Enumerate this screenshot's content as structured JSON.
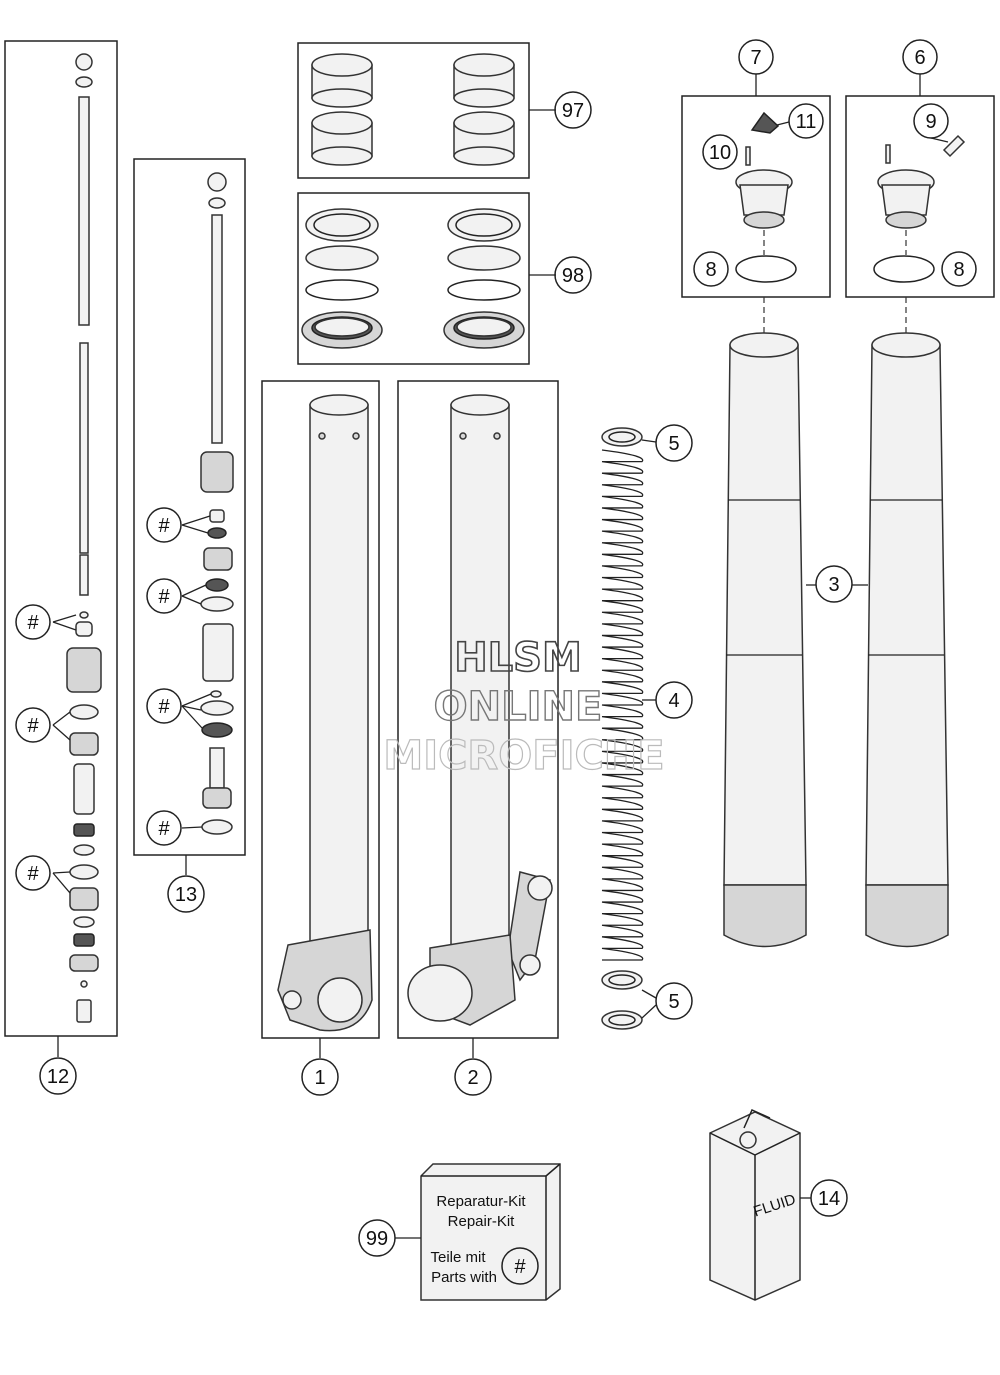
{
  "callouts": {
    "c1": "1",
    "c2": "2",
    "c3": "3",
    "c4": "4",
    "c5a": "5",
    "c5b": "5",
    "c6": "6",
    "c7": "7",
    "c8a": "8",
    "c8b": "8",
    "c9": "9",
    "c10": "10",
    "c11": "11",
    "c12": "12",
    "c13": "13",
    "c14": "14",
    "c97": "97",
    "c98": "98",
    "c99": "99"
  },
  "hash_marks": {
    "h1": "#",
    "h2": "#",
    "h3": "#",
    "h4": "#",
    "h5": "#",
    "h6": "#",
    "h7": "#",
    "h8": "#"
  },
  "kit_label": {
    "line1": "Reparatur-Kit",
    "line2": "Repair-Kit",
    "line3": "Teile mit",
    "line4": "Parts with",
    "symbol": "#"
  },
  "can_label": "FLUID",
  "watermark": {
    "line1": "HLSM",
    "line2": "ONLINE",
    "line3": "MICROFICHE"
  }
}
